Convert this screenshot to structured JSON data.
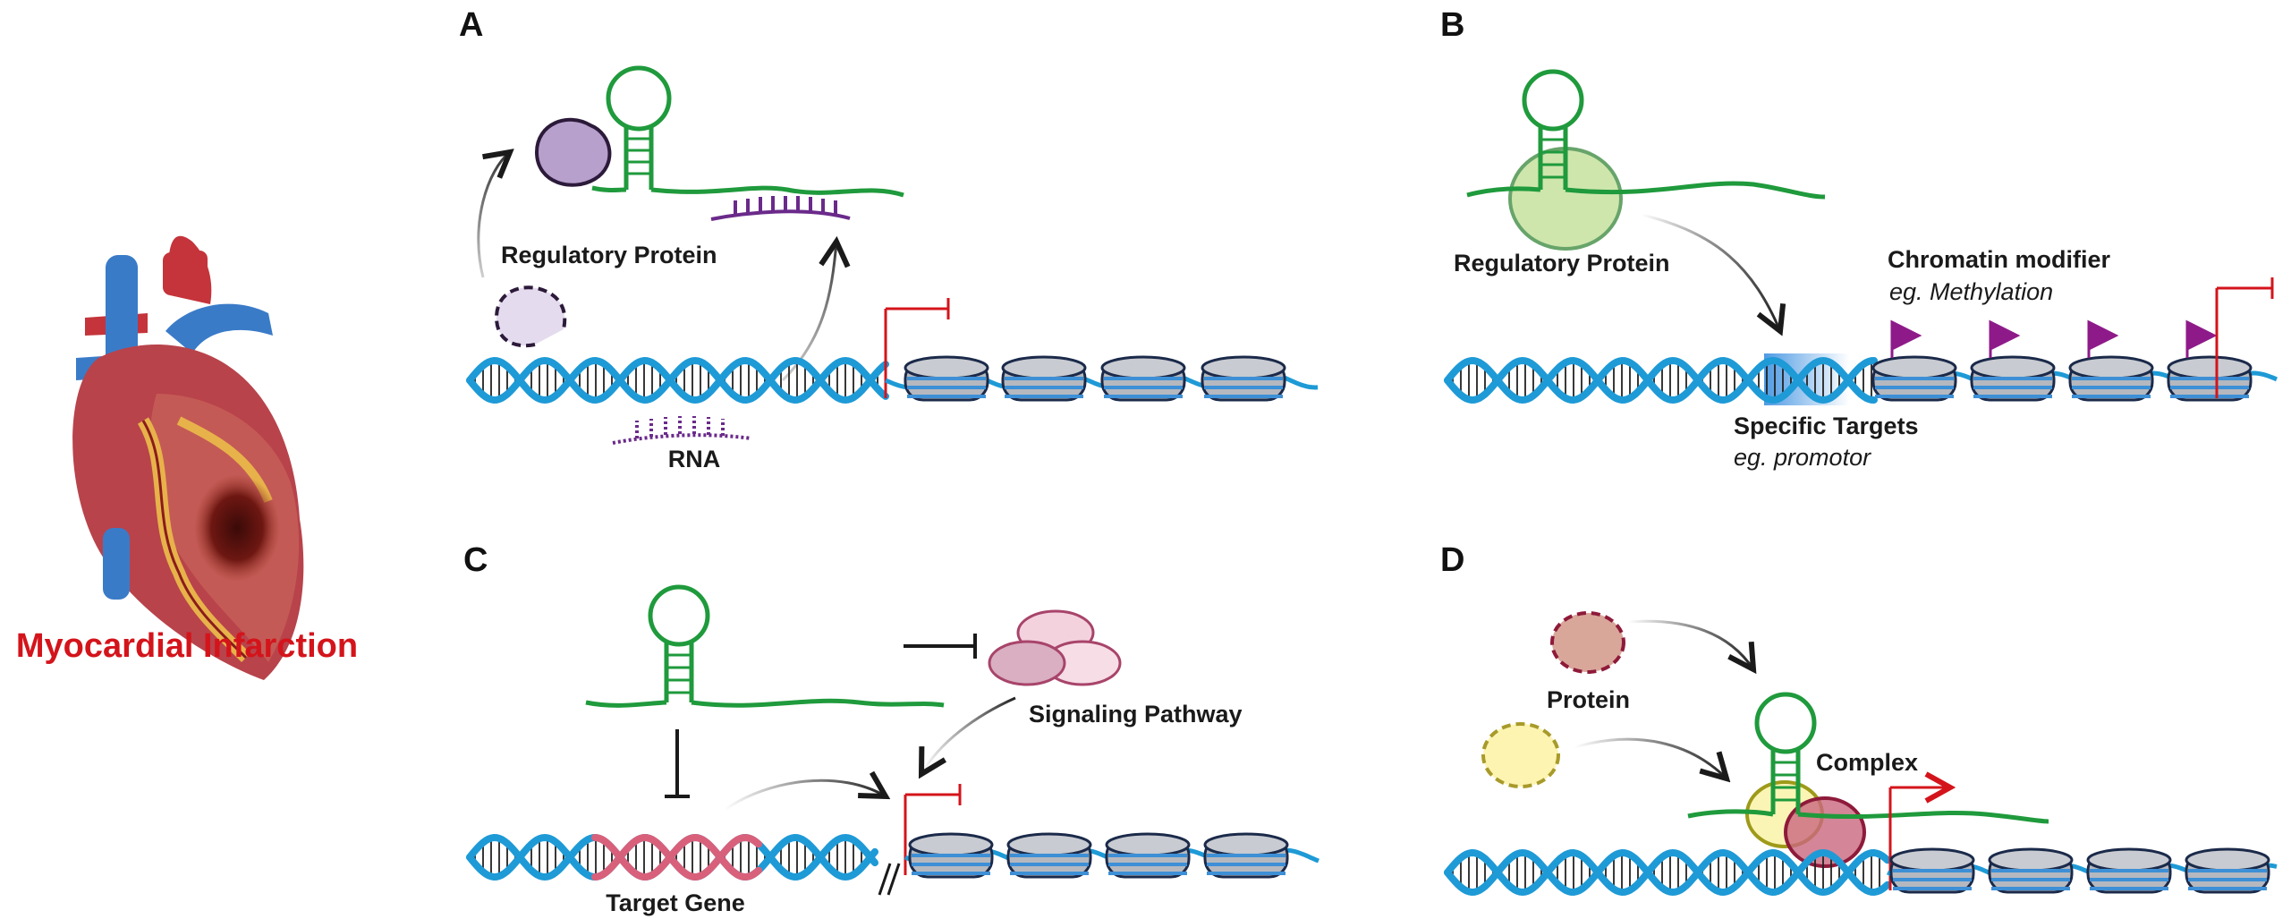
{
  "title": "Myocardial Infarction",
  "panels": {
    "A": {
      "letter": "A",
      "regulatory_protein": "Regulatory Protein",
      "rna": "RNA"
    },
    "B": {
      "letter": "B",
      "regulatory_protein": "Regulatory Protein",
      "chromatin_modifier": "Chromatin modifier",
      "methylation": "eg. Methylation",
      "specific_targets": "Specific Targets",
      "promotor": "eg. promotor"
    },
    "C": {
      "letter": "C",
      "signaling_pathway": "Signaling Pathway",
      "target_gene": "Target Gene"
    },
    "D": {
      "letter": "D",
      "protein": "Protein",
      "complex": "Complex"
    }
  },
  "colors": {
    "lncrna": "#1f9a3c",
    "dna": "#1e9ad6",
    "nucleosome": "#b5b8bf",
    "nucleosome_band": "#3d8fd6",
    "promoter": "#d4141b",
    "rna": "#6a2a8a",
    "methyl_flag": "#8e1a8a",
    "title": "#d4141b"
  }
}
